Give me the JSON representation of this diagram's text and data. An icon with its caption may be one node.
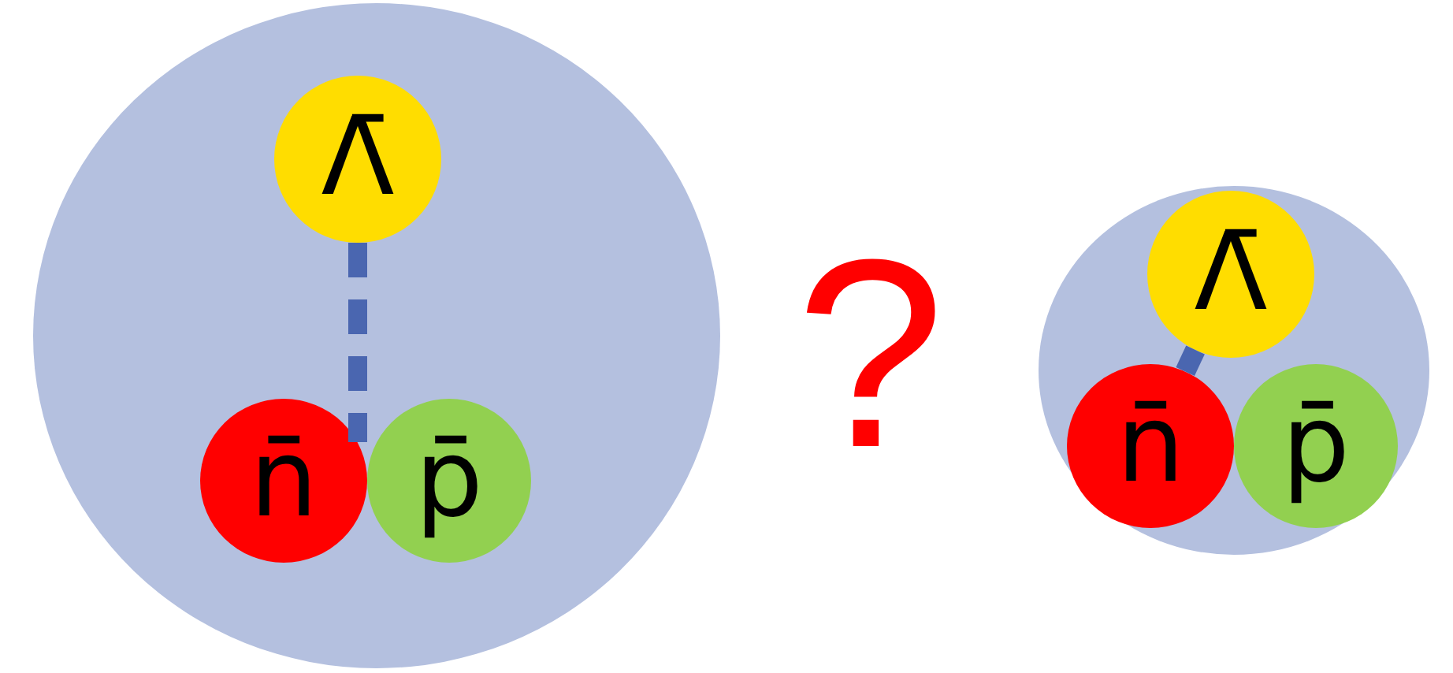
{
  "diagram": {
    "nodes": [
      {
        "text": [],
        "shape": "circle"
      },
      {
        "text": [
          "Λ̄"
        ],
        "in": 0
      },
      {
        "text": [
          "n̄"
        ],
        "in": 0
      },
      {
        "text": [
          "p̄"
        ],
        "in": 0
      },
      {
        "text": [],
        "shape": "circle"
      },
      {
        "text": [
          "Λ̄"
        ],
        "in": 4
      },
      {
        "text": [
          "n̄"
        ],
        "in": 4
      },
      {
        "text": [
          "p̄"
        ],
        "in": 4
      }
    ],
    "edges": [
      {
        "from": 1,
        "to": 2,
        "arrow": "none",
        "style": "dashed"
      },
      {
        "from": 5,
        "to": 6,
        "arrow": "none"
      }
    ],
    "labels": [
      "?"
    ]
  }
}
